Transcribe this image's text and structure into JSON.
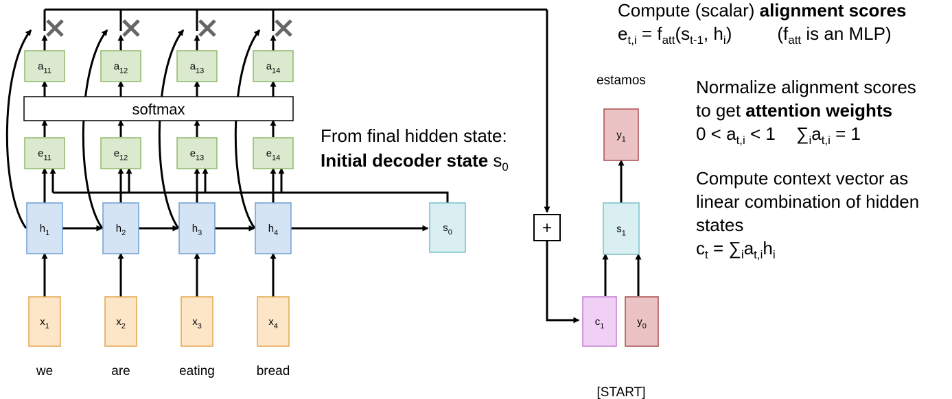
{
  "encoder": {
    "inputs": [
      {
        "var": "x",
        "sub": "1",
        "word": "we"
      },
      {
        "var": "x",
        "sub": "2",
        "word": "are"
      },
      {
        "var": "x",
        "sub": "3",
        "word": "eating"
      },
      {
        "var": "x",
        "sub": "4",
        "word": "bread"
      }
    ],
    "hidden": [
      {
        "var": "h",
        "sub": "1"
      },
      {
        "var": "h",
        "sub": "2"
      },
      {
        "var": "h",
        "sub": "3"
      },
      {
        "var": "h",
        "sub": "4"
      }
    ],
    "scores": [
      {
        "var": "e",
        "sub": "11"
      },
      {
        "var": "e",
        "sub": "12"
      },
      {
        "var": "e",
        "sub": "13"
      },
      {
        "var": "e",
        "sub": "14"
      }
    ],
    "weights": [
      {
        "var": "a",
        "sub": "11"
      },
      {
        "var": "a",
        "sub": "12"
      },
      {
        "var": "a",
        "sub": "13"
      },
      {
        "var": "a",
        "sub": "14"
      }
    ],
    "softmax_label": "softmax"
  },
  "decoder": {
    "s0": {
      "var": "s",
      "sub": "0"
    },
    "plus_label": "+",
    "c1": {
      "var": "c",
      "sub": "1"
    },
    "y0": {
      "var": "y",
      "sub": "0"
    },
    "s1": {
      "var": "s",
      "sub": "1"
    },
    "y1": {
      "var": "y",
      "sub": "1"
    },
    "output_word": "estamos",
    "start_token": "[START]"
  },
  "annotations": {
    "initial_state": {
      "line1": "From final hidden state:",
      "line2_bold": "Initial decoder state",
      "line2_var": "s",
      "line2_sub": "0"
    },
    "alignment": {
      "line1_pre": "Compute (scalar) ",
      "line1_bold": "alignment scores",
      "eq_lhs": "e",
      "eq_lhs_sub": "t,i",
      "eq_mid": " = f",
      "eq_f_sub": "att",
      "eq_args_open": "(s",
      "eq_s_sub": "t-1",
      "eq_args_mid": ", h",
      "eq_h_sub": "i",
      "eq_args_close": ")",
      "note_pre": "(f",
      "note_sub": "att",
      "note_post": " is an MLP)"
    },
    "normalize": {
      "line1": "Normalize alignment scores",
      "line2_pre": "to get ",
      "line2_bold": "attention weights",
      "ineq_pre": "0 < a",
      "ineq_sub": "t,i",
      "ineq_post": " < 1",
      "sum_sym": "∑",
      "sum_sub": "i",
      "sum_a": "a",
      "sum_a_sub": "t,i",
      "sum_post": " = 1"
    },
    "context": {
      "line1": "Compute context vector as",
      "line2": "linear combination of hidden",
      "line3": "states",
      "eq_c": "c",
      "eq_c_sub": "t",
      "eq_eq": " = ∑",
      "eq_sum_sub": "i",
      "eq_a": "a",
      "eq_a_sub": "t,i",
      "eq_h": "h",
      "eq_h_sub": "i"
    }
  },
  "colors": {
    "input_fill": "#fde5c8",
    "input_stroke": "#e3a54a",
    "hidden_fill": "#d5e4f4",
    "hidden_stroke": "#6f9fd2",
    "attn_fill": "#dbe9cf",
    "attn_stroke": "#8fba6a",
    "state_fill": "#d9eff2",
    "state_stroke": "#79bfca",
    "context_fill": "#f0d1f5",
    "context_stroke": "#c07fcf",
    "output_fill": "#ecc3c4",
    "output_stroke": "#a84d4f",
    "cross_color": "#666666"
  }
}
